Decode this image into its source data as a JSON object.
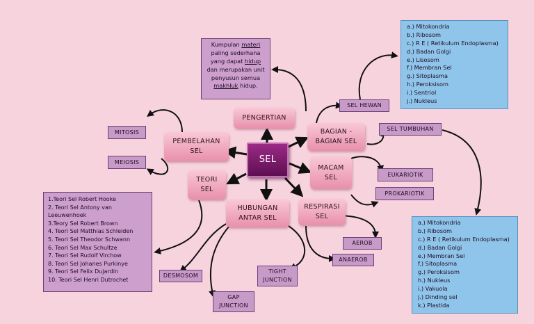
{
  "center": "SEL",
  "branches": {
    "pengertian": "PENGERTIAN",
    "bagian": "BAGIAN -\nBAGIAN SEL",
    "macam": "MACAM\nSEL",
    "respirasi": "RESPIRASI\nSEL",
    "hubungan": "HUBUNGAN\nANTAR SEL",
    "teori": "TEORI\nSEL",
    "pembelahan": "PEMBELAHAN\nSEL"
  },
  "definition": {
    "p1": "Kumpulan ",
    "w1": "materi",
    "p2": " paling sederhana yang dapat ",
    "w2": "hidup",
    "p3": " dan merupakan unit penyusun semua ",
    "w3": "makhluk",
    "p4": " hidup."
  },
  "leaves": {
    "mitosis": "MITOSIS",
    "meiosis": "MEIOSIS",
    "sel_hewan": "SEL HEWAN",
    "sel_tumbuhan": "SEL TUMBUHAN",
    "eukariotik": "EUKARIOTIK",
    "prokariotik": "PROKARIOTIK",
    "aerob": "AEROB",
    "anaerob": "ANAEROB",
    "tight_junction": "TIGHT\nJUNCTION",
    "gap_junction": "GAP\nJUNCTION",
    "desmosom": "DESMOSOM"
  },
  "sel_hewan_parts": [
    "a.) Mitokondria",
    "b.) Ribosom",
    "c.) R E ( Retikulum  Endoplasma)",
    "d.) Badan  Golgi",
    "e.) Lisosom",
    "f.) Membran Sel",
    "g.) Sitoplasma",
    "h.) Peroksisom",
    "i.) Sentriol",
    "j.) Nukleus"
  ],
  "sel_tumbuhan_parts": [
    "a.) Mitokondria",
    "b.) Ribosom",
    "c.) R E ( Retikulum  Endoplasma)",
    "d.) Badan  Golgi",
    "e.) Membran Sel",
    "f.) Sitoplasma",
    "g.) Peroksisom",
    "h.) Nukleus",
    "i.) Vakuola",
    "j.) Dinding sel",
    "k.) Plastida"
  ],
  "teori_list": [
    "1.Teori Sel Robert Hooke",
    "2. Teori Sel Antony van",
    "Leeuwenhoek",
    "3.Teory Sel Robert Brown",
    "4. Teori Sel Matthias Schleiden",
    "5. Teori Sel Theodor Schwann",
    "6. Teori Sel Max Schultze",
    "7. Teori Sel Rudolf Virchow",
    "8. Teori Sel Johanes Purkinye",
    "9. Teori Sel Felix Dujardin",
    "10. Teori Sel Henri Dutrochet"
  ]
}
